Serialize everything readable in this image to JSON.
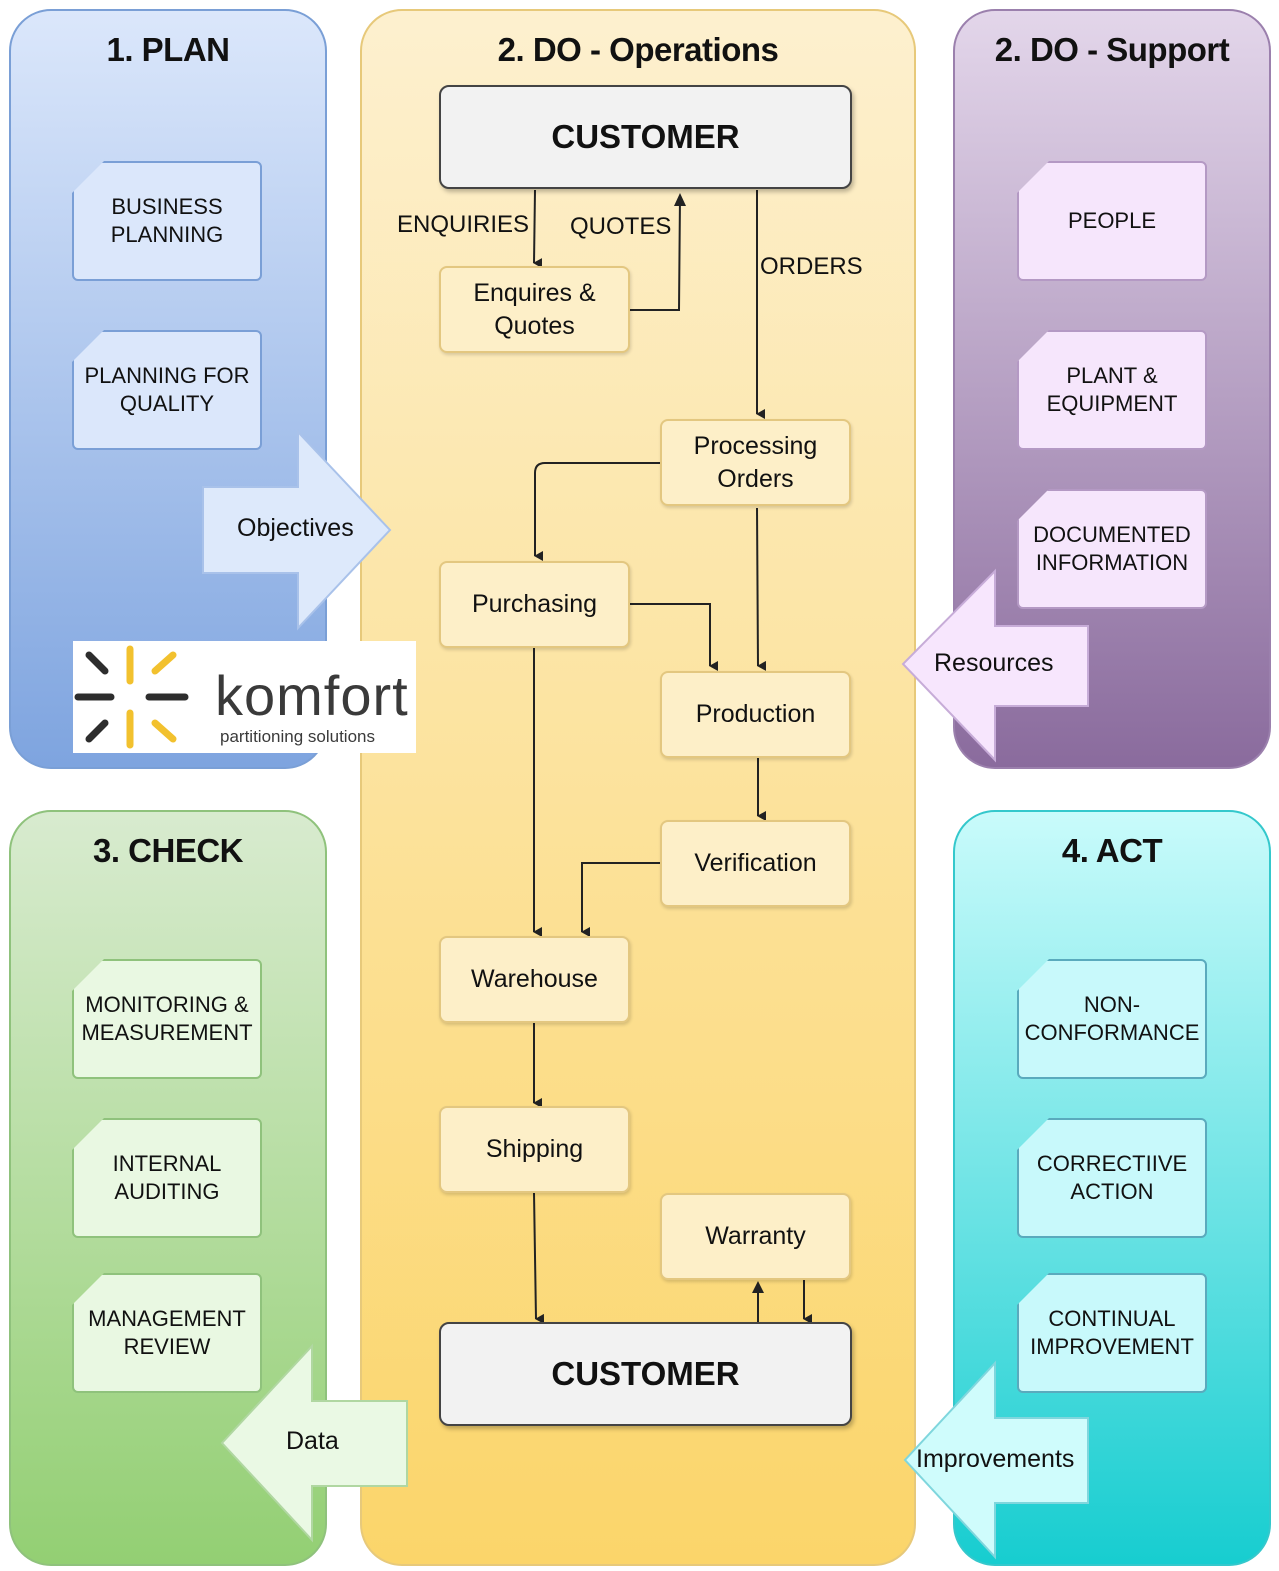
{
  "plan": {
    "title": "1. PLAN",
    "items": [
      "BUSINESS\nPLANNING",
      "PLANNING FOR\nQUALITY"
    ],
    "arrow_label": "Objectives"
  },
  "operations": {
    "title": "2. DO - Operations",
    "customer_top": "CUSTOMER",
    "customer_bottom": "CUSTOMER",
    "enquiries_label": "ENQUIRIES",
    "quotes_label": "QUOTES",
    "orders_label": "ORDERS",
    "steps": {
      "enquires_quotes": "Enquires &\nQuotes",
      "processing_orders": "Processing\nOrders",
      "purchasing": "Purchasing",
      "production": "Production",
      "verification": "Verification",
      "warehouse": "Warehouse",
      "shipping": "Shipping",
      "warranty": "Warranty"
    }
  },
  "support": {
    "title": "2. DO - Support",
    "items": [
      "PEOPLE",
      "PLANT &\nEQUIPMENT",
      "DOCUMENTED\nINFORMATION"
    ],
    "arrow_label": "Resources"
  },
  "check": {
    "title": "3. CHECK",
    "items": [
      "MONITORING &\nMEASUREMENT",
      "INTERNAL\nAUDITING",
      "MANAGEMENT\nREVIEW"
    ],
    "arrow_label": "Data"
  },
  "act": {
    "title": "4. ACT",
    "items": [
      "NON-\nCONFORMANCE",
      "CORRECTIIVE\nACTION",
      "CONTINUAL\nIMPROVEMENT"
    ],
    "arrow_label": "Improvements"
  },
  "logo": {
    "name": "komfort",
    "tagline": "partitioning solutions",
    "accent_color": "#f2c12e"
  }
}
